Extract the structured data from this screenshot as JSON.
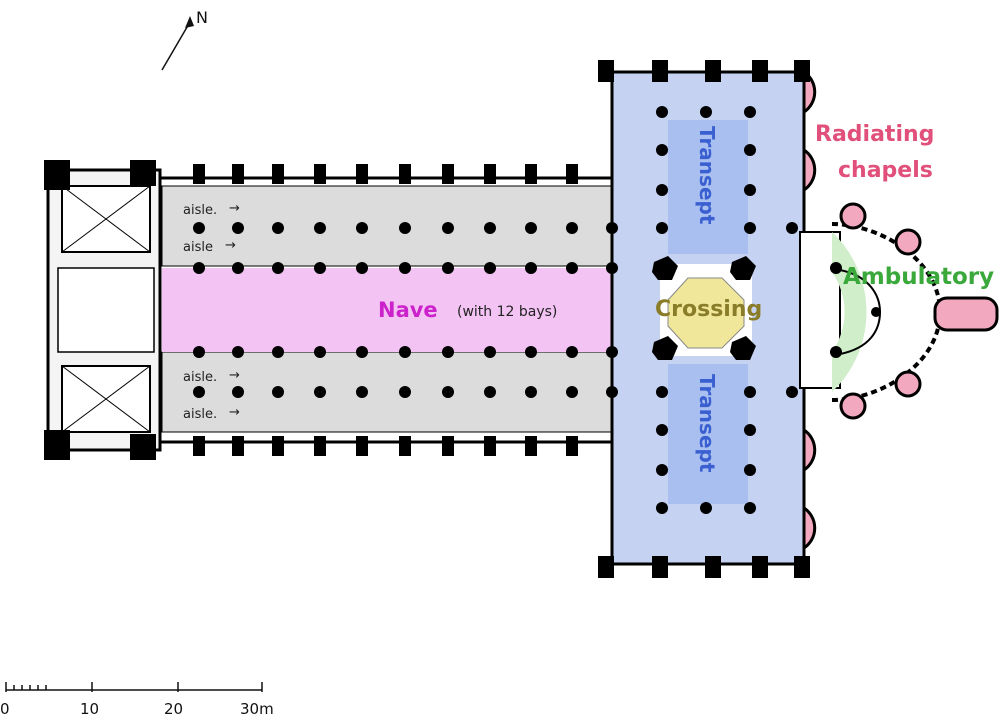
{
  "north_label": "N",
  "labels": {
    "aisles": [
      "aisle.",
      "aisle",
      "aisle.",
      "aisle."
    ],
    "nave": "Nave",
    "nave_note": "(with 12 bays)",
    "crossing": "Crossing",
    "transept": "Transept",
    "radiating_1": "Radiating",
    "radiating_2": "chapels",
    "ambulatory": "Ambulatory"
  },
  "scale_bar": {
    "ticks": [
      "0",
      "10",
      "20",
      "30m"
    ]
  },
  "colors": {
    "nave": "#f3c4f3",
    "transept": "#c5d2f2",
    "transept_center": "#a8bff0",
    "crossing": "#f1e79a",
    "ambulatory": "#cfeec9",
    "chapels": "#f2a9bf",
    "aisles": "#dcdcdc",
    "piers": "#000000"
  }
}
